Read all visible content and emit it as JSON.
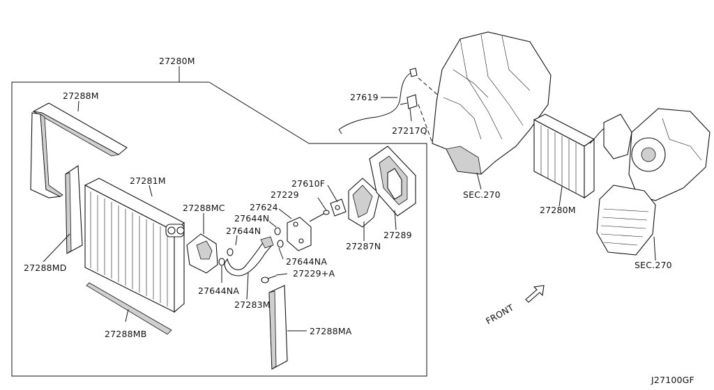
{
  "diagram_id": "J27100GF",
  "front_label": "FRONT",
  "callouts": {
    "assembly_evaporator": "27280M",
    "assembly_evaporator_right": "27280M",
    "seal_top": "27288M",
    "evaporator_core": "27281M",
    "seal_mc": "27288MC",
    "seal_md": "27288MD",
    "seal_mb": "27288MB",
    "seal_ma": "27288MA",
    "o_ring_n_a": "27644N",
    "o_ring_n_b": "27644N",
    "o_ring_na_right": "27644NA",
    "o_ring_na_left": "27644NA",
    "bolt_27229": "27229",
    "bolt_27229a": "27229+A",
    "valve": "27624",
    "clip": "27610F",
    "pipe_27283": "27283M",
    "cover_27287": "27287N",
    "seal_27289": "27289",
    "sensor_harness": "27619",
    "sensor_clip": "27217Q",
    "sec_270_top": "SEC.270",
    "sec_270_right": "SEC.270"
  }
}
